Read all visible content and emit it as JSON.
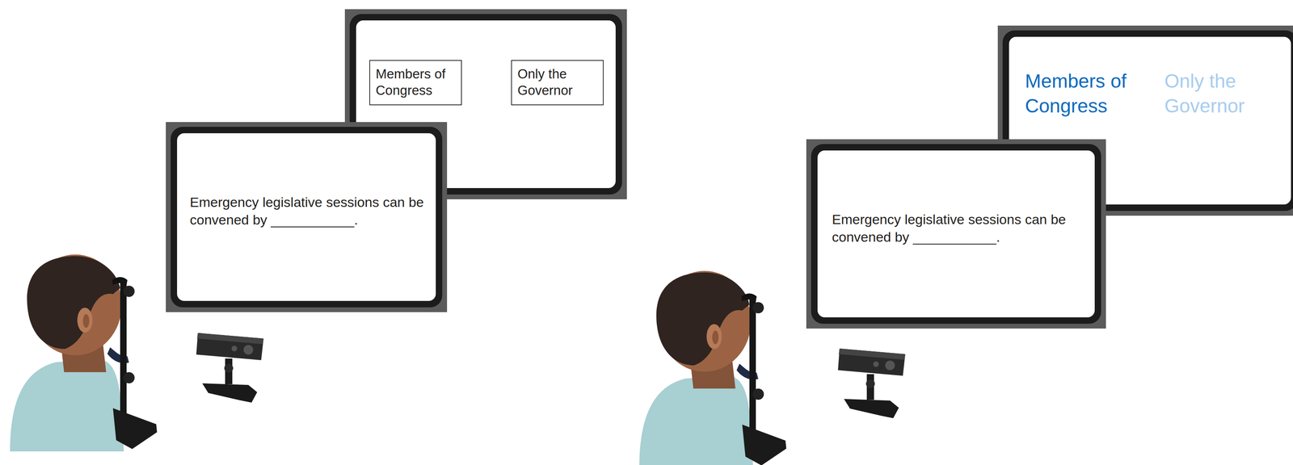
{
  "diagram": {
    "nodes": [
      {
        "text": []
      },
      {
        "text": [
          "Members of Congress"
        ],
        "in": 0
      },
      {
        "text": [
          "Only the Governor"
        ],
        "in": 0
      },
      {
        "text": [
          "Emergency legislative sessions can be convened by ___________."
        ]
      },
      {
        "text": [
          "Members of Congress",
          "Only the Governor"
        ]
      },
      {
        "text": [
          "Emergency legislative sessions can be convened by ___________."
        ]
      }
    ]
  }
}
